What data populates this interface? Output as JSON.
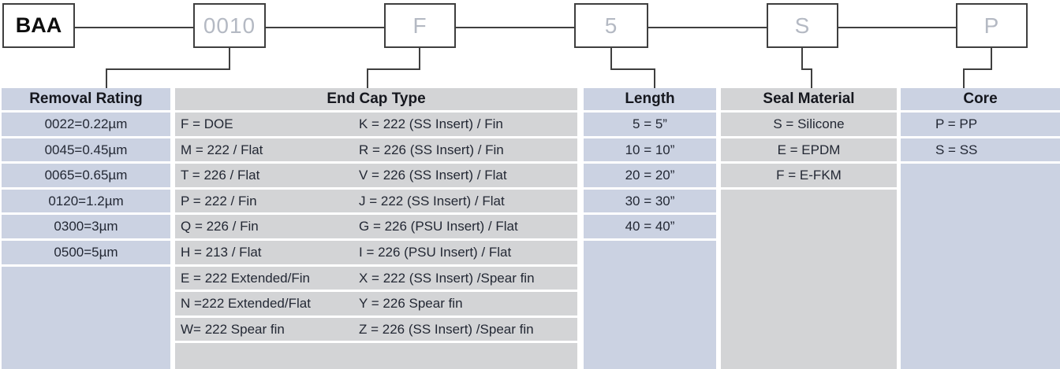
{
  "title": "Part number ordering code diagram",
  "part_code": {
    "segments": [
      {
        "label": "BAA",
        "style": "dark"
      },
      {
        "label": "0010",
        "style": "light"
      },
      {
        "label": "F",
        "style": "light"
      },
      {
        "label": "5",
        "style": "light"
      },
      {
        "label": "S",
        "style": "light"
      },
      {
        "label": "P",
        "style": "light"
      }
    ]
  },
  "colors": {
    "blue_cell": "#cbd2e2",
    "gray_cell": "#d3d4d6",
    "box_border": "#3f3f3f",
    "connector_line": "#3f3f3f",
    "header_text": "#15171e",
    "cell_text": "#232834",
    "light_code_text": "#b4b9c3"
  },
  "table": {
    "columns": [
      {
        "header": "Removal Rating",
        "rows": [
          "0022=0.22µm",
          "0045=0.45µm",
          "0065=0.65µm",
          "0120=1.2µm",
          "0300=3µm",
          "0500=5µm"
        ],
        "trailing_empty_rows": 0,
        "merged_filler": true
      },
      {
        "header": "End Cap Type",
        "rows_left": [
          "F = DOE",
          "M = 222 / Flat",
          "T = 226 / Flat",
          "P = 222 / Fin",
          "Q = 226 / Fin",
          "H = 213 / Flat",
          "E = 222 Extended/Fin",
          "N =222 Extended/Flat",
          "W= 222 Spear fin"
        ],
        "rows_right": [
          "K = 222 (SS Insert) / Fin",
          "R = 226 (SS Insert) / Fin",
          "V = 226 (SS Insert) / Flat",
          "J  = 222 (SS Insert) / Flat",
          "G = 226 (PSU Insert) / Flat",
          "I = 226 (PSU Insert) / Flat",
          "X  = 222 (SS Insert) /Spear fin",
          "Y = 226 Spear fin",
          "Z = 226 (SS Insert) /Spear fin"
        ],
        "trailing_empty_rows": 1,
        "merged_filler": false
      },
      {
        "header": "Length",
        "rows": [
          "5 = 5”",
          "10 = 10”",
          "20 = 20”",
          "30 = 30”",
          "40 = 40”"
        ],
        "trailing_empty_rows": 0,
        "merged_filler": true
      },
      {
        "header": "Seal Material",
        "rows": [
          "S = Silicone",
          "E = EPDM",
          "F = E-FKM"
        ],
        "trailing_empty_rows": 0,
        "merged_filler": true
      },
      {
        "header": "Core",
        "rows": [
          "P = PP",
          "S = SS"
        ],
        "trailing_empty_rows": 0,
        "merged_filler": true
      }
    ]
  }
}
